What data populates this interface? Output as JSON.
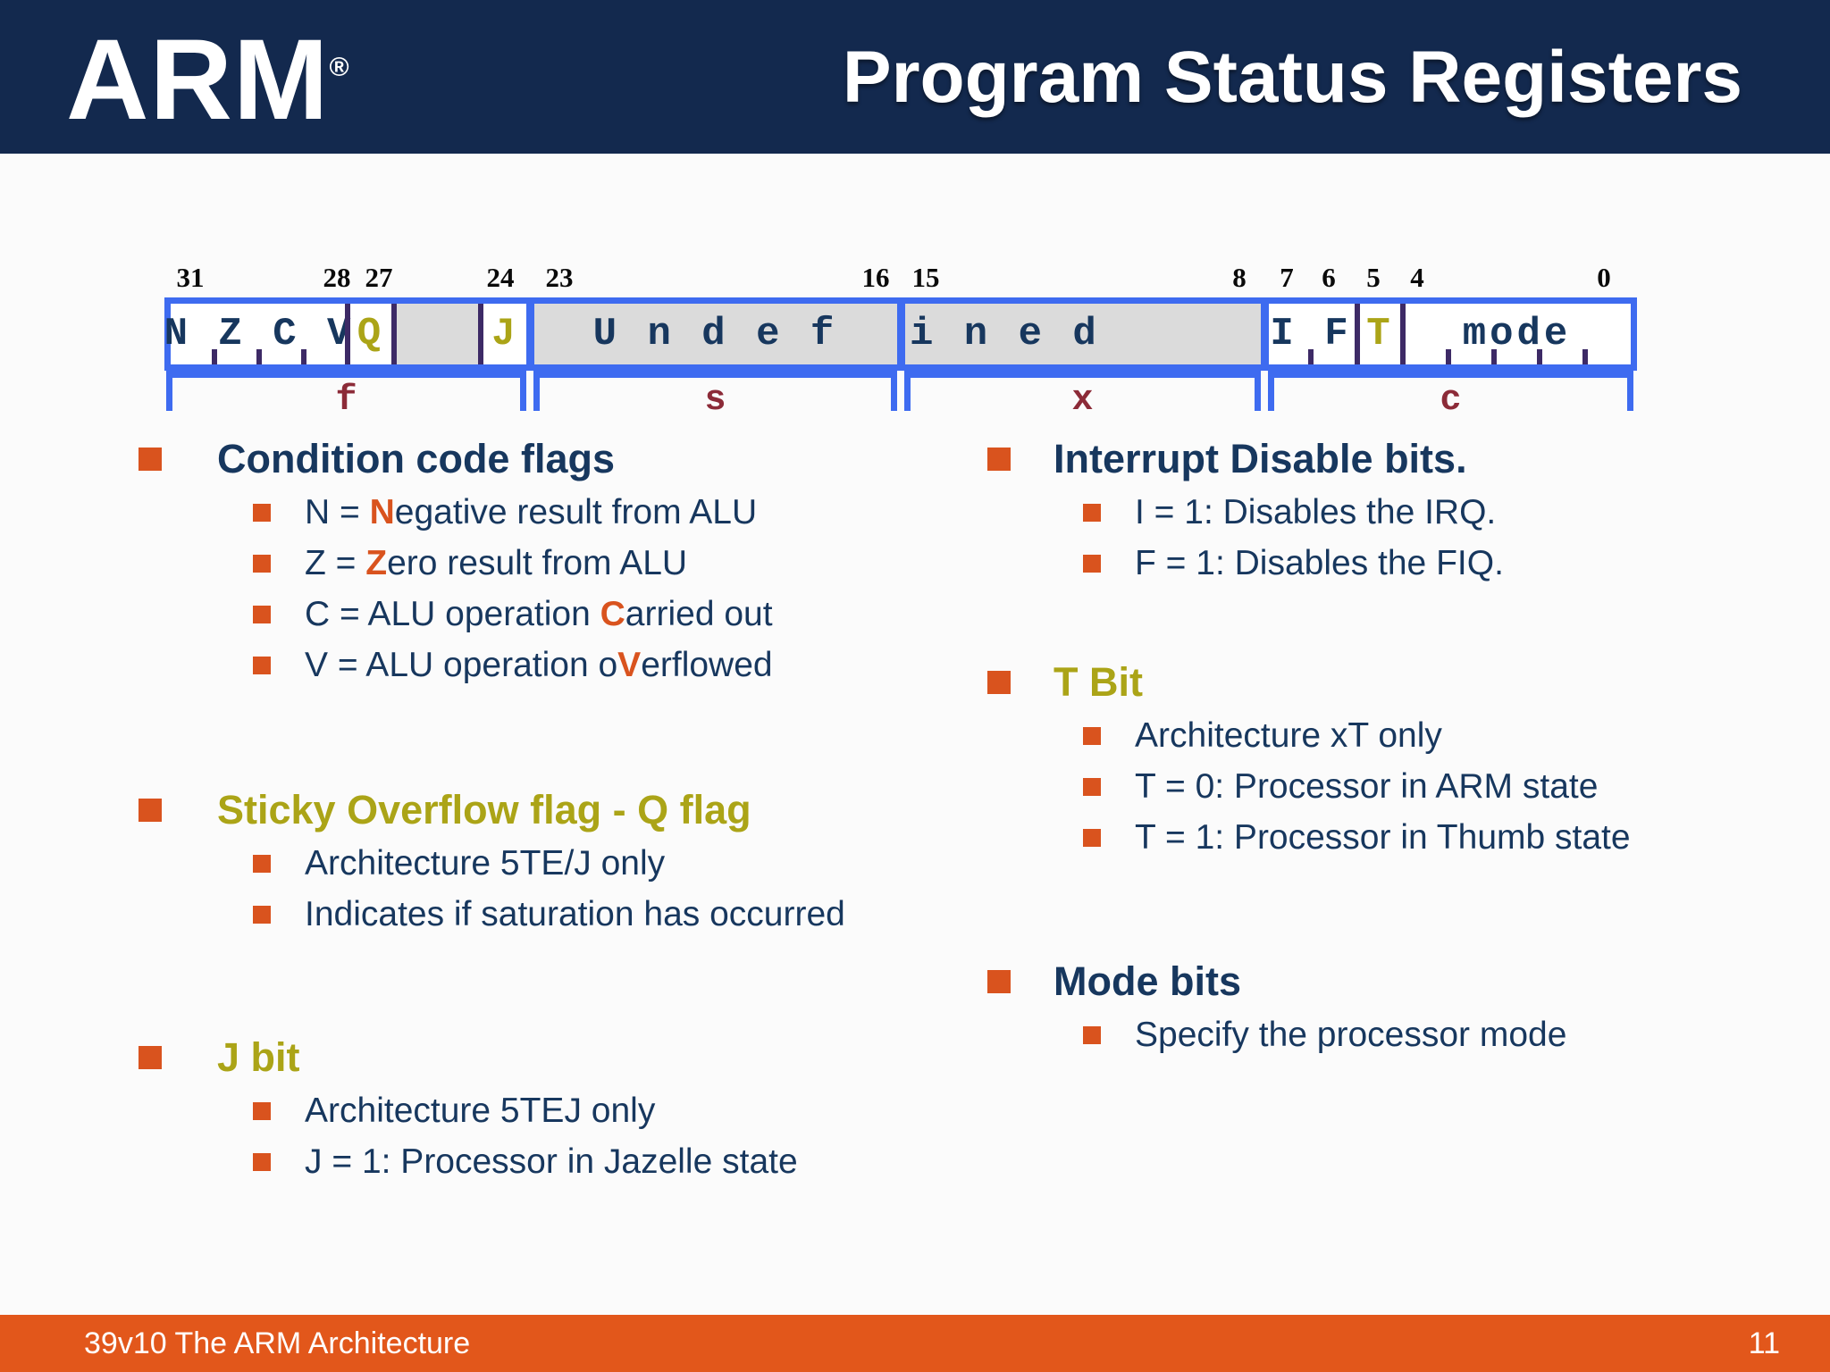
{
  "header": {
    "logo": "ARM",
    "logo_reg_mark": "®",
    "title": "Program Status Registers",
    "bg_color": "#13294E"
  },
  "register": {
    "bit_numbers": [
      "31",
      "28",
      "27",
      "24",
      "23",
      "16",
      "15",
      "8",
      "7",
      "6",
      "5",
      "4",
      "0"
    ],
    "cells": {
      "nzcv": "N Z C V",
      "q": "Q",
      "unused": "",
      "j": "J",
      "undef_left": "U n d e f",
      "undef_right": "i n e d",
      "i_f": "I F",
      "t": "T",
      "mode": "mode"
    },
    "field_labels": {
      "f": "f",
      "s": "s",
      "x": "x",
      "c": "c"
    },
    "colors": {
      "border_blue": "#3E6BF0",
      "divider_purple": "#3D2A66",
      "gray_cell": "#DBDBDB",
      "letter_navy": "#17375E",
      "letter_olive": "#ABA417",
      "field_label_maroon": "#8C2B38"
    }
  },
  "left_column": {
    "sections": [
      {
        "heading": "Condition code flags",
        "items": [
          {
            "pre": "N = ",
            "hl": "N",
            "post": "egative result from ALU"
          },
          {
            "pre": "Z = ",
            "hl": "Z",
            "post": "ero result from ALU"
          },
          {
            "pre": "C = ALU operation ",
            "hl": "C",
            "post": "arried out"
          },
          {
            "pre": "V = ALU operation o",
            "hl": "V",
            "post": "erflowed"
          }
        ]
      },
      {
        "heading": "Sticky Overflow flag - Q flag",
        "items": [
          {
            "pre": "Architecture 5TE/J only",
            "hl": "",
            "post": ""
          },
          {
            "pre": "Indicates if saturation has occurred",
            "hl": "",
            "post": ""
          }
        ]
      },
      {
        "heading": "J bit",
        "items": [
          {
            "pre": "Architecture 5TEJ only",
            "hl": "",
            "post": ""
          },
          {
            "pre": "J = 1: Processor in Jazelle state",
            "hl": "",
            "post": ""
          }
        ]
      }
    ]
  },
  "right_column": {
    "sections": [
      {
        "heading": "Interrupt Disable bits.",
        "items": [
          {
            "pre": "I = 1: Disables the IRQ.",
            "hl": "",
            "post": ""
          },
          {
            "pre": "F = 1: Disables the FIQ.",
            "hl": "",
            "post": ""
          }
        ]
      },
      {
        "heading": "T Bit",
        "items": [
          {
            "pre": "Architecture xT only",
            "hl": "",
            "post": ""
          },
          {
            "pre": "T = 0: Processor in ARM state",
            "hl": "",
            "post": ""
          },
          {
            "pre": "T = 1: Processor in Thumb state",
            "hl": "",
            "post": ""
          }
        ]
      },
      {
        "heading": "Mode bits",
        "items": [
          {
            "pre": "Specify the processor mode",
            "hl": "",
            "post": ""
          }
        ]
      }
    ]
  },
  "footer": {
    "course": "39v10 The ARM Architecture",
    "page": "11",
    "bg_color": "#E2571B",
    "bullet_color": "#D9531E"
  }
}
